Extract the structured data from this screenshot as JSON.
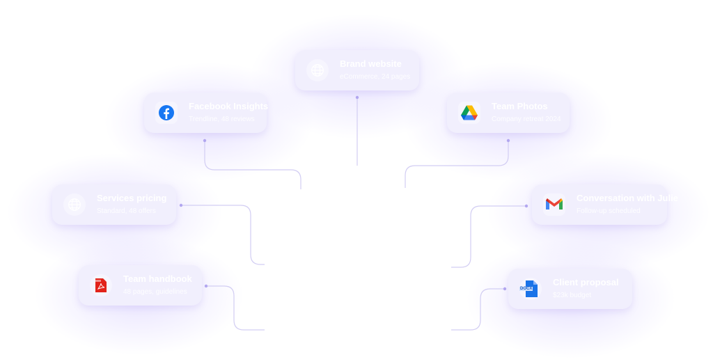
{
  "cards": [
    {
      "id": "brand-website",
      "title": "Brand website",
      "subtitle": "eCommerce, 24 pages",
      "icon": "globe-icon"
    },
    {
      "id": "facebook-insights",
      "title": "Facebook Insights",
      "subtitle": "Trendline, 48 reviews",
      "icon": "facebook-icon"
    },
    {
      "id": "team-photos",
      "title": "Team Photos",
      "subtitle": "Company retreat 2024",
      "icon": "google-drive-icon"
    },
    {
      "id": "services-pricing",
      "title": "Services pricing",
      "subtitle": "Standard, 48 offers",
      "icon": "globe-icon"
    },
    {
      "id": "conversation-julie",
      "title": "Conversation with Julie",
      "subtitle": "Follow-up scheduled",
      "icon": "gmail-icon"
    },
    {
      "id": "team-handbook",
      "title": "Team handbook",
      "subtitle": "48 pages, guidelines",
      "icon": "pdf-icon"
    },
    {
      "id": "client-proposal",
      "title": "Client proposal",
      "subtitle": "$23k budget",
      "icon": "docx-icon",
      "icon_label": "DOCX"
    }
  ],
  "colors": {
    "card": "#f1effd",
    "line": "#c8c2ef",
    "accent": "#a99cf0"
  }
}
